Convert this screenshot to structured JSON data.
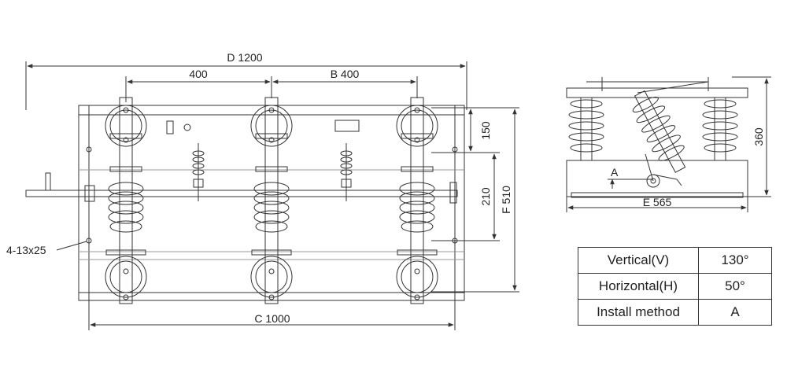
{
  "front_view": {
    "dim_d": "D  1200",
    "dim_400": "400",
    "dim_b": "B  400",
    "dim_c": "C  1000",
    "dim_150": "150",
    "dim_210": "210",
    "dim_f": "F  510",
    "hole_note": "4-13x25"
  },
  "side_view": {
    "dim_360": "360",
    "dim_e": "E  565",
    "marker_a": "A"
  },
  "spec_table": {
    "rows": [
      {
        "label": "Vertical(V)",
        "value": "130°"
      },
      {
        "label": "Horizontal(H)",
        "value": "50°"
      },
      {
        "label": "Install method",
        "value": "A"
      }
    ]
  },
  "colors": {
    "line": "#333333",
    "hatch": "#bbbbbb"
  }
}
